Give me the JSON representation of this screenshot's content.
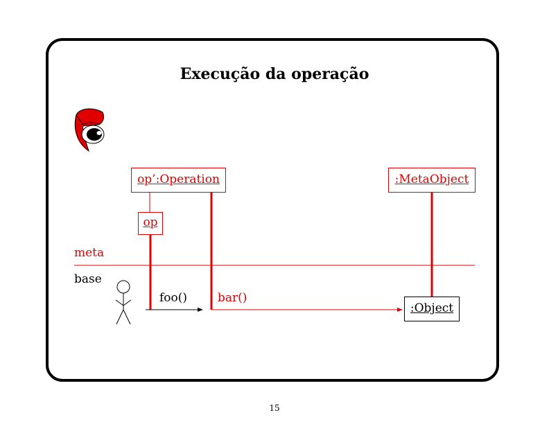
{
  "slide": {
    "title": "Execução da operação",
    "page_number": "15"
  },
  "diagram": {
    "objects": {
      "operation": ":Operation",
      "operation_prefix": "op’",
      "op": "op",
      "metaobject": ":MetaObject",
      "object": ":Object"
    },
    "levels": {
      "meta": "meta",
      "base": "base"
    },
    "messages": {
      "foo": "foo()",
      "bar": "bar()"
    },
    "colors": {
      "meta": "#e00000",
      "base": "#000000"
    },
    "icons": [
      "logo-eye-icon",
      "actor-stick-figure-icon"
    ]
  }
}
